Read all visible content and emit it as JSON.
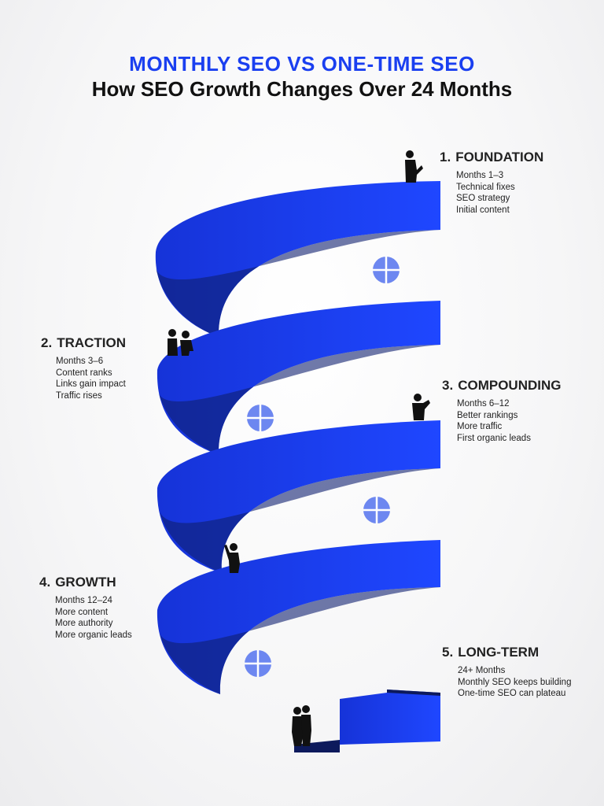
{
  "header": {
    "title": "MONTHLY SEO VS ONE-TIME SEO",
    "subtitle": "How SEO Growth Changes Over 24 Months"
  },
  "colors": {
    "title": "#1a3ff0",
    "ribbon_top": "#1b3ef2",
    "ribbon_underside": "#0d1a5c",
    "globe": "#6d87f0",
    "silhouette": "#111111"
  },
  "icons": [
    "globe-icon",
    "person-silhouette-icon"
  ],
  "steps": [
    {
      "num": "1.",
      "title": "FOUNDATION",
      "lines": [
        "Months 1–3",
        "Technical fixes",
        "SEO strategy",
        "Initial content"
      ]
    },
    {
      "num": "2.",
      "title": "TRACTION",
      "lines": [
        "Months 3–6",
        "Content ranks",
        "Links gain impact",
        "Traffic rises"
      ]
    },
    {
      "num": "3.",
      "title": "COMPOUNDING",
      "lines": [
        "Months 6–12",
        "Better rankings",
        "More traffic",
        "First organic leads"
      ]
    },
    {
      "num": "4.",
      "title": "GROWTH",
      "lines": [
        "Months 12–24",
        "More content",
        "More authority",
        "More organic leads"
      ]
    },
    {
      "num": "5.",
      "title": "LONG-TERM",
      "lines": [
        "24+ Months",
        "Monthly SEO keeps building",
        "One-time SEO can plateau"
      ]
    }
  ]
}
